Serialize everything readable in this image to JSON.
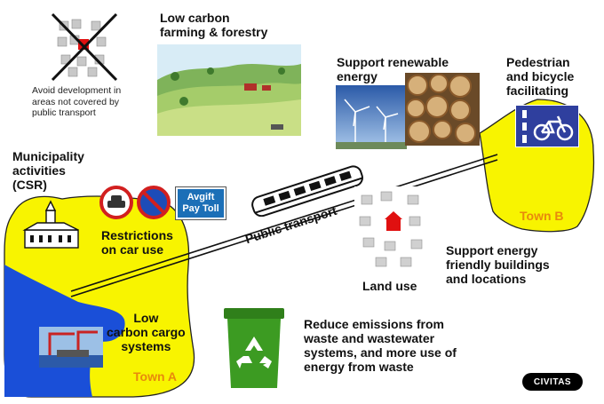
{
  "labels": {
    "avoid_development": "Avoid development in\nareas not covered by\npublic transport",
    "farming": "Low carbon\nfarming & forestry",
    "renewable": "Support renewable\nenergy",
    "pedestrian": "Pedestrian\nand bicycle\nfacilitating",
    "municipality": "Municipality\nactivities\n(CSR)",
    "restrictions": "Restrictions\non car use",
    "toll": "Avgift\nPay Toll",
    "public_transport": "Public transport",
    "land_use": "Land use",
    "energy_buildings": "Support energy\nfriendly buildings\nand locations",
    "town_b": "Town B",
    "town_a": "Town A",
    "cargo": "Low\ncarbon cargo\nsystems",
    "emissions": "Reduce emissions from\nwaste and wastewater\nsystems, and more use of\nenergy from waste",
    "logo": "CIVITAS"
  },
  "colors": {
    "town_fill": "#f8f400",
    "water": "#1a4fd8",
    "town_text": "#e8890c",
    "bin_green": "#3c9b22",
    "bike_sign": "#2f3f9e",
    "no_sign_red": "#d21f1f",
    "no_sign_blue": "#1d4cb8",
    "toll_sign": "#1c6fb7"
  }
}
